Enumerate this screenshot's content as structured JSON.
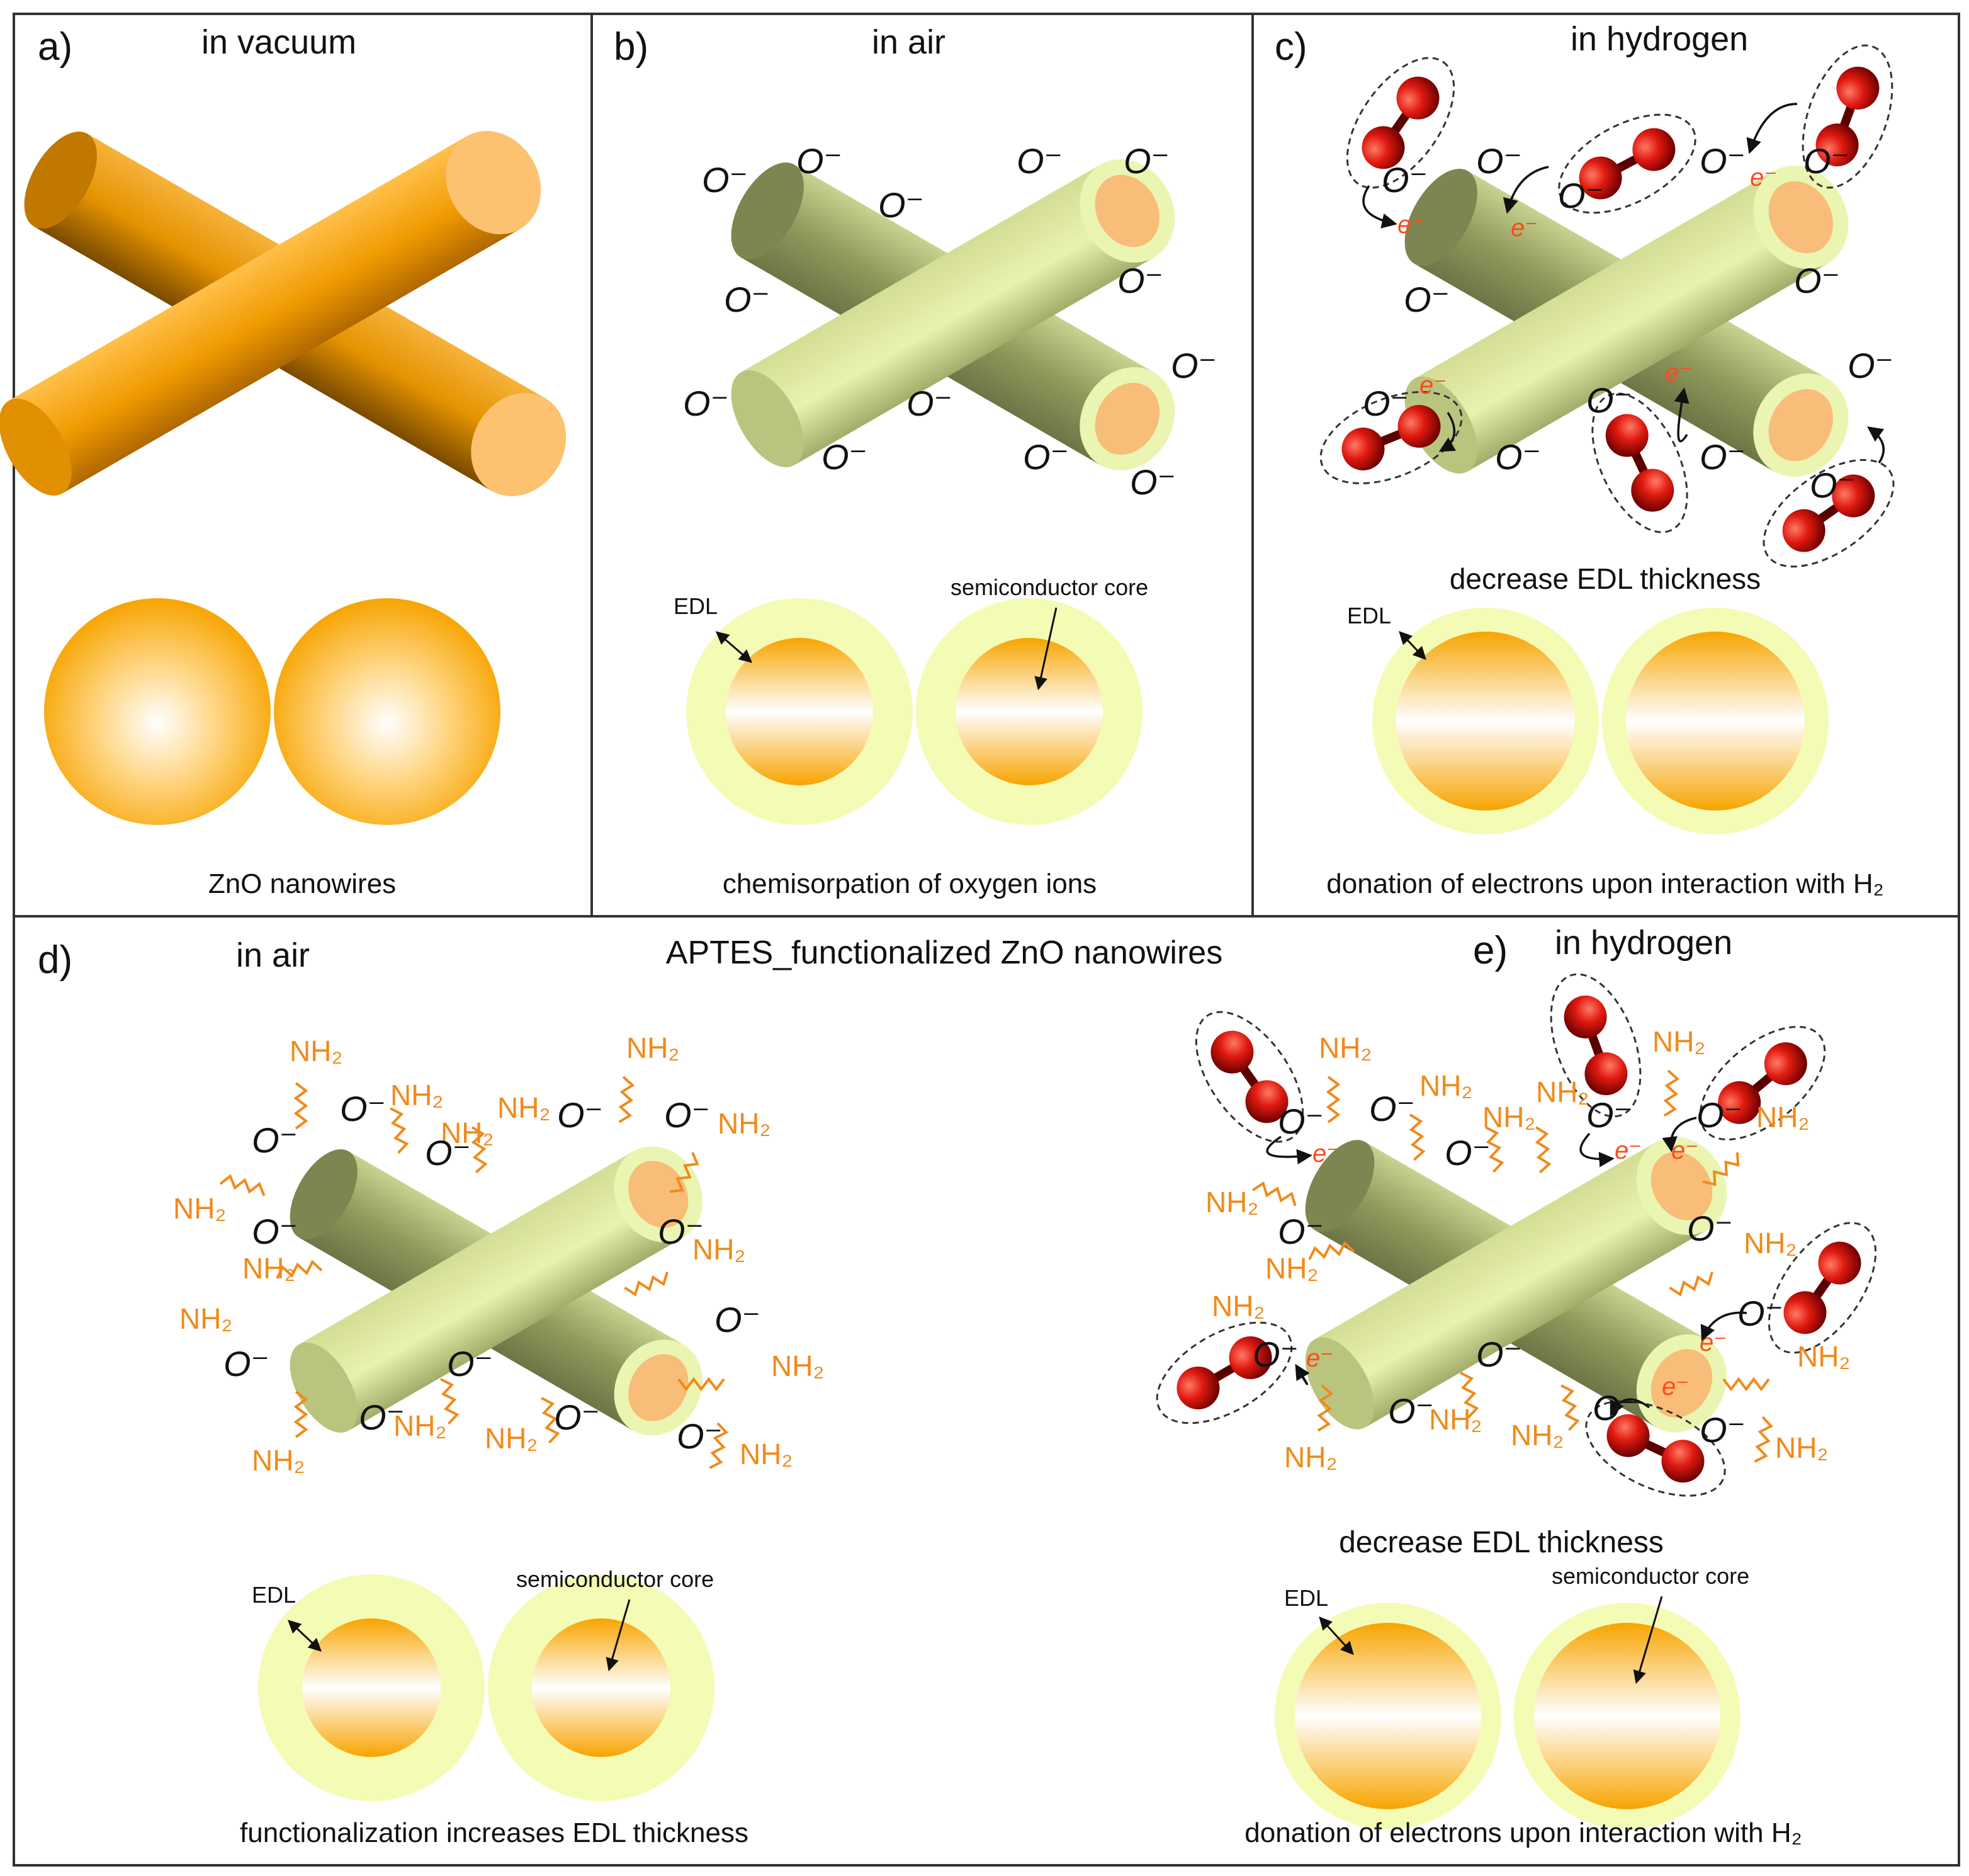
{
  "figure": {
    "header": "APTES_functionalized ZnO nanowires",
    "panels": {
      "a": {
        "letter": "a)",
        "title": "in vacuum",
        "caption": "ZnO nanowires"
      },
      "b": {
        "letter": "b)",
        "title": "in air",
        "caption": "chemisorpation of oxygen ions",
        "edl_label": "EDL",
        "core_label": "semiconductor core"
      },
      "c": {
        "letter": "c)",
        "title": "in hydrogen",
        "note": "decrease EDL thickness",
        "caption": "donation of electrons upon interaction with H₂",
        "edl_label": "EDL"
      },
      "d": {
        "letter": "d)",
        "title": "in air",
        "caption": "functionalization increases EDL thickness",
        "edl_label": "EDL",
        "core_label": "semiconductor core"
      },
      "e": {
        "letter": "e)",
        "title": "in hydrogen",
        "note": "decrease EDL thickness",
        "caption": "donation of electrons upon interaction with H₂",
        "edl_label": "EDL",
        "core_label": "semiconductor core"
      }
    },
    "species": {
      "oxygen_ion": "O⁻",
      "electron": "e⁻",
      "amine": "NH₂"
    },
    "colors": {
      "zno_orange": "#f7a400",
      "zno_dark": "#b86f00",
      "edl_yellow": "#f4fbb4",
      "wire_olive": "#8f9a5c",
      "wire_light": "#e9f2b0",
      "core_tint": "#f8bd78",
      "h2_red": "#d01a10",
      "electron_orange": "#ff4a1c",
      "amine_orange": "#f08a1a"
    }
  }
}
